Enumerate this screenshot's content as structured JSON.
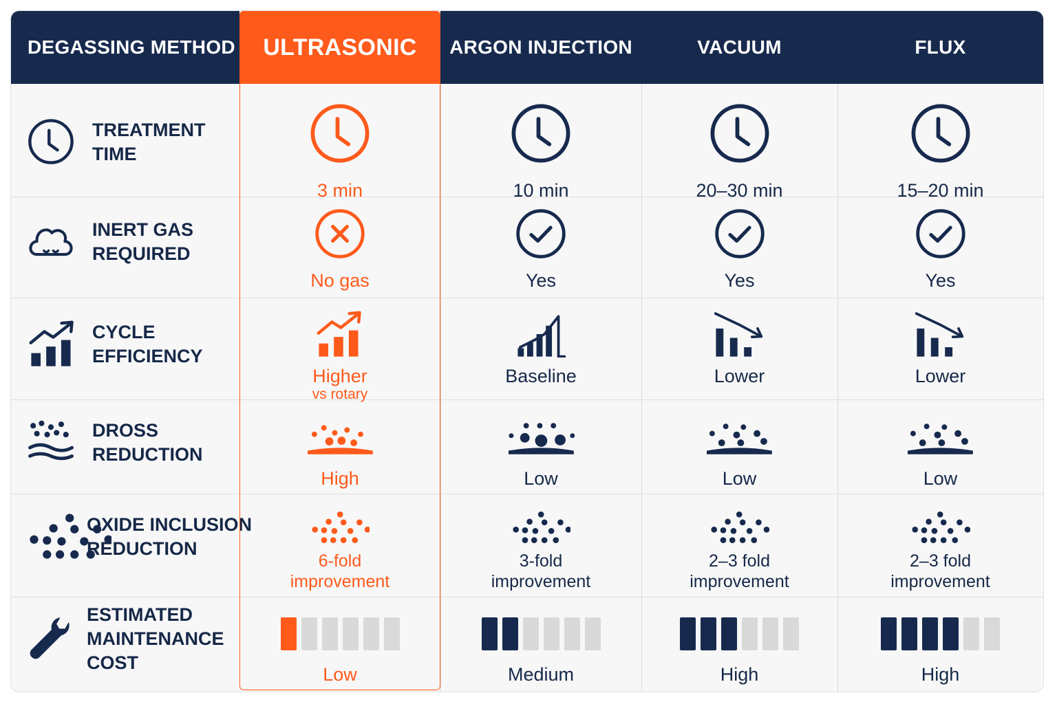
{
  "header": {
    "row_label": "DEGASSING METHOD",
    "methods": [
      "ULTRASONIC",
      "ARGON INJECTION",
      "VACUUM",
      "FLUX"
    ]
  },
  "colors": {
    "accent": "#fe5a1b",
    "navy": "#172a4e",
    "inactive": "#d9d9d9",
    "row_bg": "#f7f7f7"
  },
  "rows": [
    {
      "icon": "clock-icon",
      "label_lines": [
        "TREATMENT",
        "TIME"
      ],
      "cells": [
        {
          "icon": "clock-icon",
          "value": "3 min"
        },
        {
          "icon": "clock-icon",
          "value": "10 min"
        },
        {
          "icon": "clock-icon",
          "value": "20–30 min"
        },
        {
          "icon": "clock-icon",
          "value": "15–20 min"
        }
      ]
    },
    {
      "icon": "cloud-icon",
      "label_lines": [
        "INERT GAS",
        "REQUIRED"
      ],
      "cells": [
        {
          "icon": "x-circle-icon",
          "value": "No gas"
        },
        {
          "icon": "check-circle-icon",
          "value": "Yes"
        },
        {
          "icon": "check-circle-icon",
          "value": "Yes"
        },
        {
          "icon": "check-circle-icon",
          "value": "Yes"
        }
      ]
    },
    {
      "icon": "growth-chart-icon",
      "label_lines": [
        "CYCLE",
        "EFFICIENCY"
      ],
      "cells": [
        {
          "icon": "trend-up-icon",
          "value": "Higher",
          "sub": "vs rotary"
        },
        {
          "icon": "baseline-bars-icon",
          "value": "Baseline"
        },
        {
          "icon": "trend-down-icon",
          "value": "Lower"
        },
        {
          "icon": "trend-down-icon",
          "value": "Lower"
        }
      ]
    },
    {
      "icon": "dross-icon",
      "label_lines": [
        "DROSS",
        "REDUCTION"
      ],
      "cells": [
        {
          "icon": "dross-light-icon",
          "value": "High"
        },
        {
          "icon": "dross-heavy-icon",
          "value": "Low"
        },
        {
          "icon": "dross-medium-icon",
          "value": "Low"
        },
        {
          "icon": "dross-medium-icon",
          "value": "Low"
        }
      ]
    },
    {
      "icon": "particles-icon",
      "label_lines": [
        "OXIDE INCLUSION",
        "REDUCTION"
      ],
      "cells": [
        {
          "icon": "particles-icon",
          "value_lines": [
            "6-fold",
            "improvement"
          ]
        },
        {
          "icon": "particles-icon",
          "value_lines": [
            "3-fold",
            "improvement"
          ]
        },
        {
          "icon": "particles-icon",
          "value_lines": [
            "2–3 fold",
            "improvement"
          ]
        },
        {
          "icon": "particles-icon",
          "value_lines": [
            "2–3 fold",
            "improvement"
          ]
        }
      ]
    },
    {
      "icon": "wrench-icon",
      "label_lines": [
        "ESTIMATED",
        "MAINTENANCE",
        "COST"
      ],
      "cells": [
        {
          "icon": "cost-bars-icon",
          "level": 1,
          "of": 6,
          "value": "Low"
        },
        {
          "icon": "cost-bars-icon",
          "level": 2,
          "of": 6,
          "value": "Medium"
        },
        {
          "icon": "cost-bars-icon",
          "level": 3,
          "of": 6,
          "value": "High"
        },
        {
          "icon": "cost-bars-icon",
          "level": 4,
          "of": 6,
          "value": "High"
        }
      ]
    }
  ]
}
